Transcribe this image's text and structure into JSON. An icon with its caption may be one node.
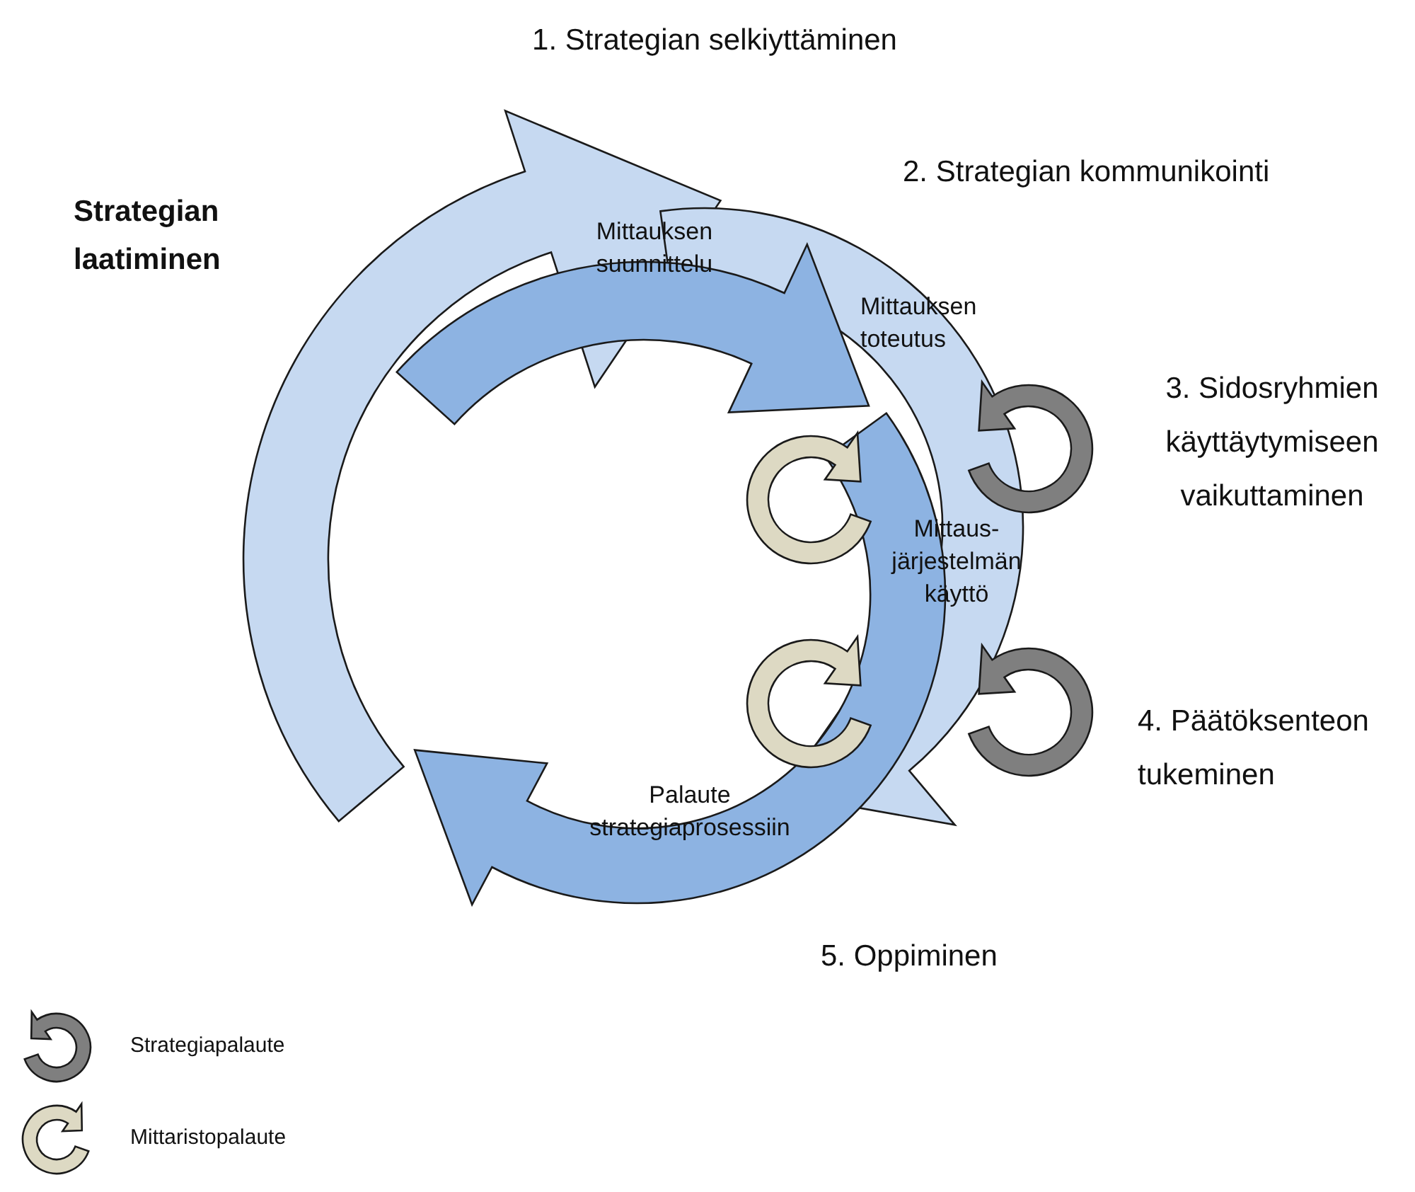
{
  "diagram": {
    "labels": [
      "1. Strategian selkiyttäminen",
      "2. Strategian kommunikointi",
      "Strategian laatiminen",
      "Mittauksen suunnittelu",
      "Mittauksen toteutus",
      "3. Sidosryhmien käyttäytymiseen vaikuttaminen",
      "Mittaus-järjestelmän käyttö",
      "4. Päätöksenteon tukeminen",
      "Palaute strategiaprosessiin",
      "5. Oppiminen"
    ],
    "legend": [
      {
        "text": "Strategiapalaute"
      },
      {
        "text": "Mittaristopalaute"
      }
    ]
  }
}
